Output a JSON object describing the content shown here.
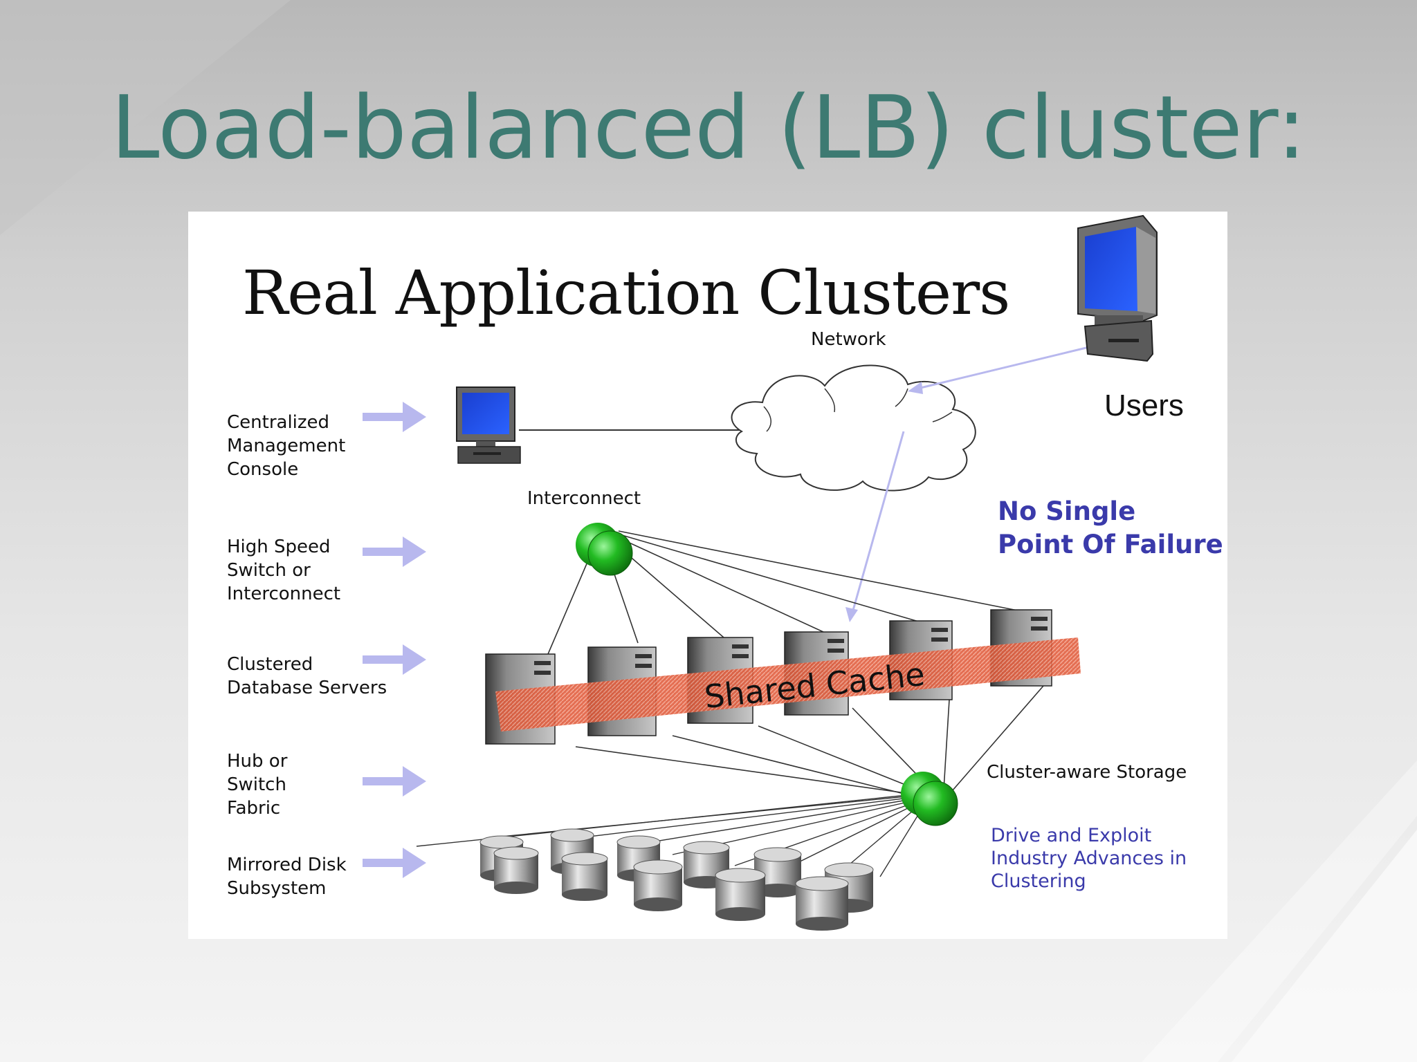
{
  "slide": {
    "title": "Load-balanced (LB) cluster:",
    "title_color": "#3d7a72"
  },
  "diagram": {
    "title": "Real Application Clusters",
    "layers": [
      {
        "label": "Centralized\nManagement\nConsole"
      },
      {
        "label": "High Speed\nSwitch or\nInterconnect"
      },
      {
        "label": "Clustered\nDatabase Servers"
      },
      {
        "label": "Hub or\nSwitch\nFabric"
      },
      {
        "label": "Mirrored Disk\nSubsystem"
      }
    ],
    "labels": {
      "network": "Network",
      "users": "Users",
      "interconnect": "Interconnect",
      "shared_cache": "Shared Cache",
      "storage": "Cluster-aware Storage"
    },
    "callouts": {
      "main": "No Single\nPoint Of Failure",
      "sub": "Drive and Exploit\nIndustry Advances  in\nClustering"
    },
    "colors": {
      "callout": "#3a3aaa",
      "arrow": "#b8b8ee",
      "node": "#22bb22",
      "shared_cache": "#e05a3a",
      "screen": "#1a3fd0"
    },
    "icons": {
      "users_computer": "desktop-computer-icon",
      "console_computer": "desktop-computer-icon",
      "network": "cloud-icon",
      "server": "server-tower-icon",
      "disk": "disk-cylinder-icon",
      "node": "switch-node-icon"
    }
  }
}
